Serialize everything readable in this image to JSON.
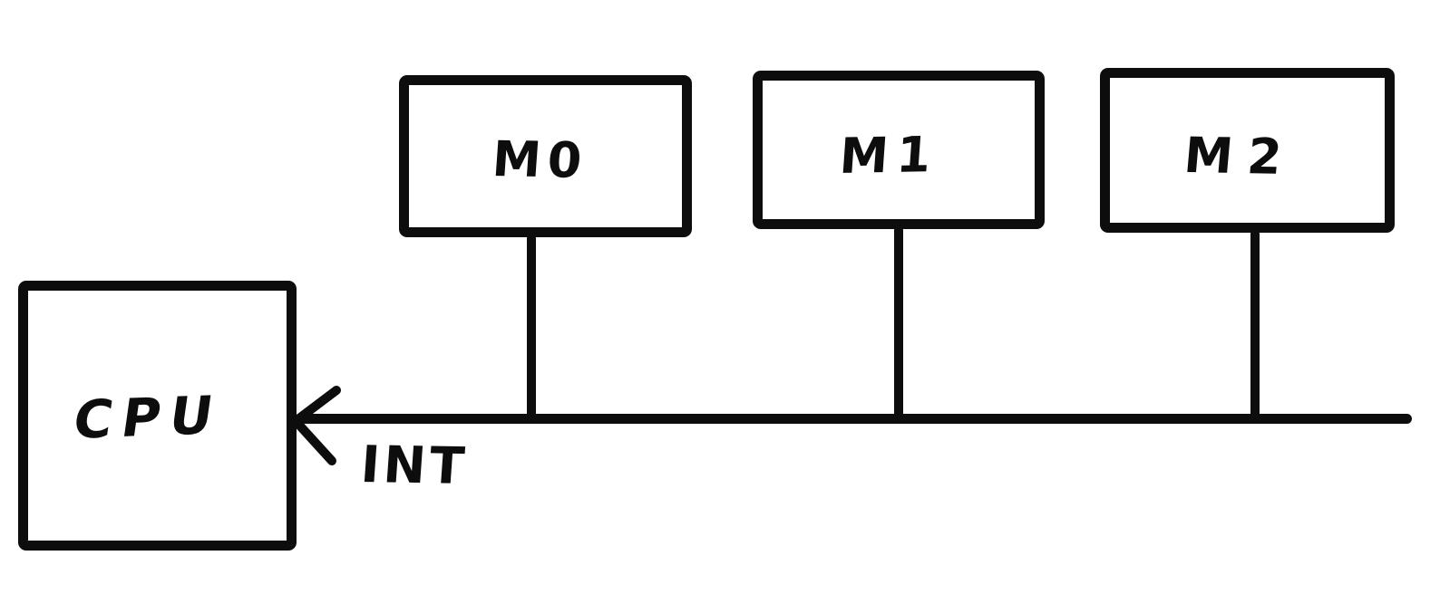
{
  "diagram": {
    "type": "hand-drawn bus/interrupt diagram",
    "colors": {
      "ink": "#0d0d0d",
      "background": "#ffffff"
    },
    "nodes": {
      "cpu": {
        "label": "CPU"
      },
      "m0": {
        "label": "M0"
      },
      "m1": {
        "label": "M1"
      },
      "m2": {
        "label": "M2"
      }
    },
    "interrupt": {
      "label": "INT",
      "arrow_icon": "left-arrowhead"
    }
  }
}
